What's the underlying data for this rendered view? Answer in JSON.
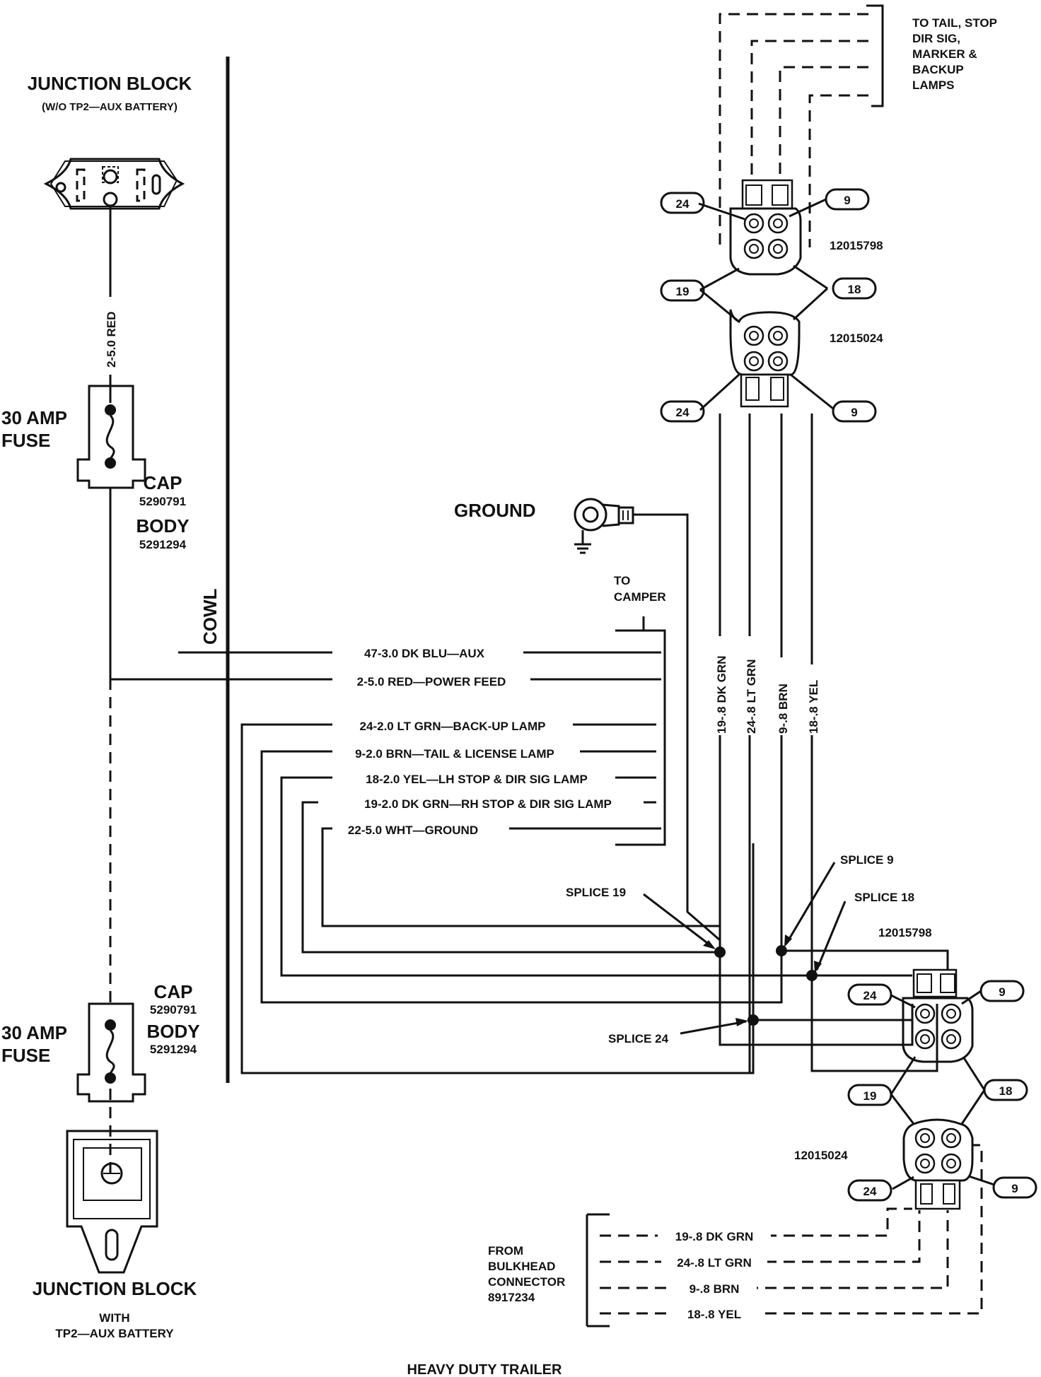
{
  "title": "HEAVY DUTY TRAILER",
  "junction_top": {
    "title": "JUNCTION BLOCK",
    "subtitle": "(W/O TP2—AUX BATTERY)"
  },
  "junction_bottom": {
    "title": "JUNCTION BLOCK",
    "subtitle_1": "WITH",
    "subtitle_2": "TP2—AUX BATTERY"
  },
  "fuse_top": {
    "label_1": "30 AMP",
    "label_2": "FUSE",
    "cap_label": "CAP",
    "cap_part": "5290791",
    "body_label": "BODY",
    "body_part": "5291294"
  },
  "fuse_bottom": {
    "label_1": "30 AMP",
    "label_2": "FUSE",
    "cap_label": "CAP",
    "cap_part": "5290791",
    "body_label": "BODY",
    "body_part": "5291294"
  },
  "wire_red_vertical": "2-5.0 RED",
  "cowl": "COWL",
  "ground": "GROUND",
  "to_camper_1": "TO",
  "to_camper_2": "CAMPER",
  "harness_wires": [
    "47-3.0 DK BLU—AUX",
    "2-5.0 RED—POWER FEED",
    "24-2.0 LT GRN—BACK-UP LAMP",
    "9-2.0 BRN—TAIL & LICENSE LAMP",
    "18-2.0 YEL—LH STOP & DIR SIG LAMP",
    "19-2.0 DK GRN—RH STOP & DIR SIG LAMP",
    "22-5.0 WHT—GROUND"
  ],
  "vertical_wires": [
    "19-.8 DK GRN",
    "24-.8 LT GRN",
    "9-.8 BRN",
    "18-.8 YEL"
  ],
  "to_tail": [
    "TO TAIL, STOP",
    "DIR SIG,",
    "MARKER &",
    "BACKUP",
    "LAMPS"
  ],
  "connectors": {
    "top_upper_part": "12015798",
    "top_lower_part": "12015024",
    "bottom_upper_part": "12015798",
    "bottom_lower_part": "12015024",
    "pin_24": "24",
    "pin_9": "9",
    "pin_19": "19",
    "pin_18": "18"
  },
  "splices": {
    "s19": "SPLICE 19",
    "s9": "SPLICE 9",
    "s18": "SPLICE 18",
    "s24": "SPLICE 24"
  },
  "from_bulkhead": [
    "FROM",
    "BULKHEAD",
    "CONNECTOR",
    "8917234"
  ],
  "bulkhead_wires": [
    "19-.8 DK GRN",
    "24-.8 LT GRN",
    "9-.8 BRN",
    "18-.8 YEL"
  ]
}
